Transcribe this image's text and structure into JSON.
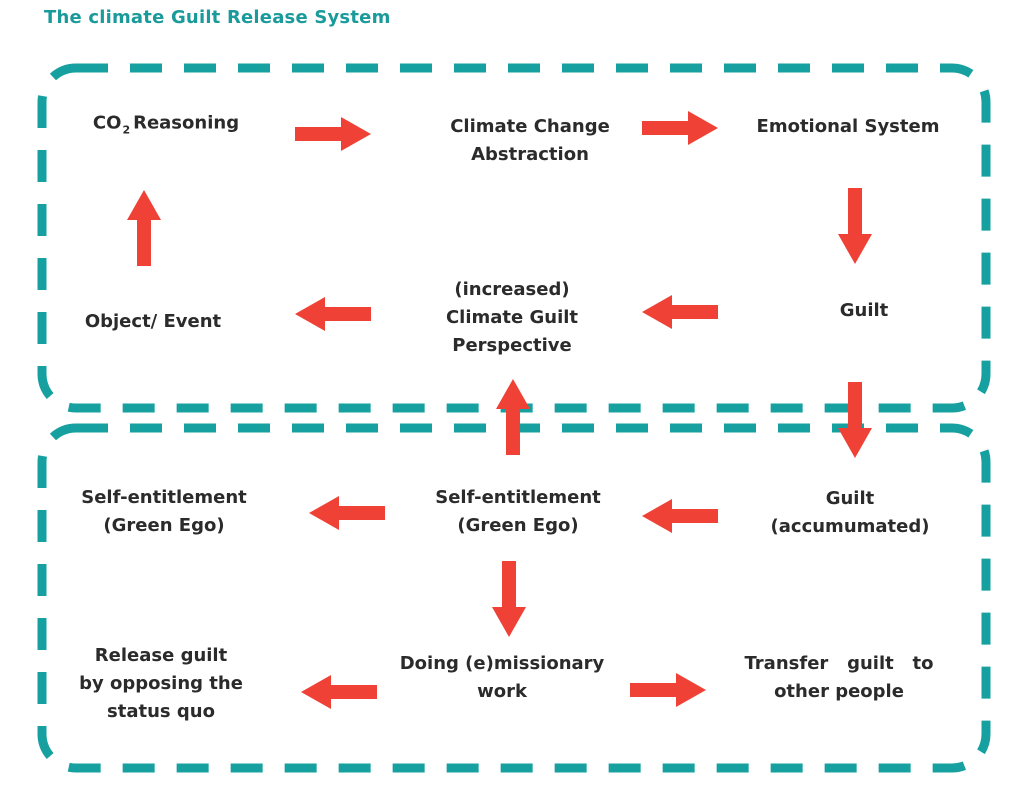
{
  "title": "The climate Guilt Release System",
  "colors": {
    "frame": "#16a09f",
    "arrow": "#ef4136",
    "text": "#2b2b2b",
    "title": "#1a9a9a"
  },
  "nodes": {
    "co2_reasoning": {
      "prefix": "CO",
      "subscript": "2",
      "suffix": "Reasoning"
    },
    "climate_change_abstraction": {
      "lines": [
        "Climate Change",
        "Abstraction"
      ]
    },
    "emotional_system": {
      "lines": [
        "Emotional System"
      ]
    },
    "guilt": {
      "lines": [
        "Guilt"
      ]
    },
    "increased_climate_guilt_perspective": {
      "lines": [
        "(increased)",
        "Climate Guilt",
        "Perspective"
      ]
    },
    "object_event": {
      "lines": [
        "Object/ Event"
      ]
    },
    "guilt_accumulated": {
      "lines": [
        "Guilt",
        "(accumumated)"
      ]
    },
    "self_entitlement_center": {
      "lines": [
        "Self-entitlement",
        "(Green Ego)"
      ]
    },
    "self_entitlement_left": {
      "lines": [
        "Self-entitlement",
        "(Green Ego)"
      ]
    },
    "doing_emissionary_work": {
      "lines": [
        "Doing (e)missionary",
        "work"
      ]
    },
    "release_guilt": {
      "lines": [
        "Release guilt",
        "by opposing the",
        "status quo"
      ]
    },
    "transfer_guilt": {
      "lines": [
        "Transfer   guilt   to",
        "other people"
      ]
    }
  }
}
